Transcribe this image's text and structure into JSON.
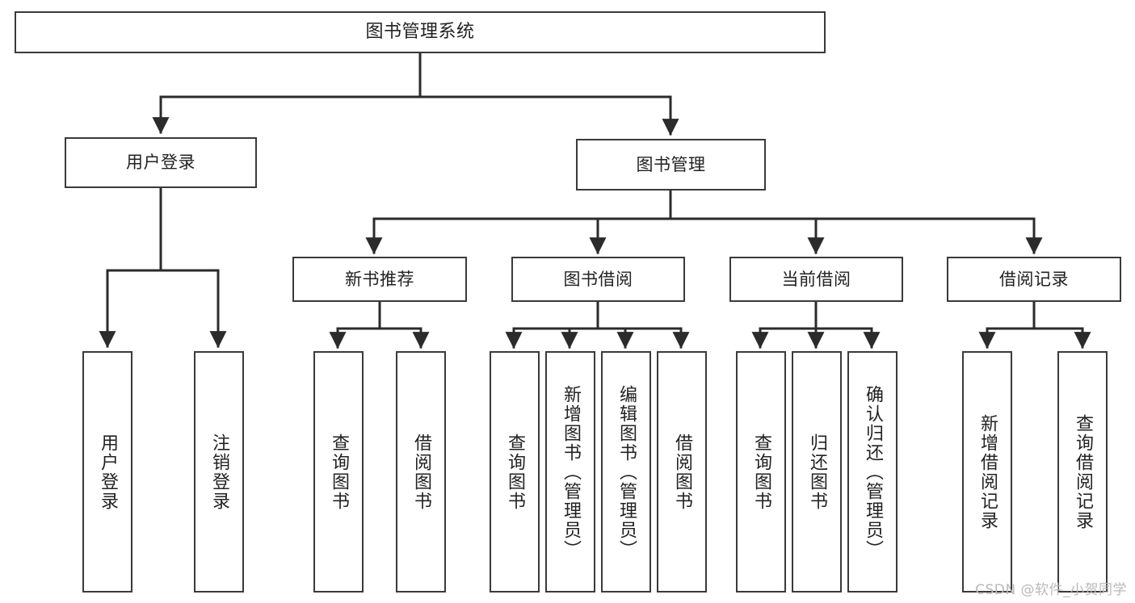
{
  "diagram": {
    "title": "图书管理系统",
    "type": "tree",
    "watermark": "CSDN @软件_小贺同学",
    "colors": {
      "background": "#ffffff",
      "box_border": "#3a3a3a",
      "box_fill": "#ffffff",
      "connector": "#2b2b2b",
      "text": "#222222",
      "watermark": "#b9b9b9"
    },
    "root": {
      "label": "图书管理系统"
    },
    "level2": [
      {
        "label": "用户登录"
      },
      {
        "label": "图书管理"
      }
    ],
    "level3": [
      {
        "label": "新书推荐"
      },
      {
        "label": "图书借阅"
      },
      {
        "label": "当前借阅"
      },
      {
        "label": "借阅记录"
      }
    ],
    "leaves": {
      "user_login": [
        {
          "label": "用户登录"
        },
        {
          "label": "注销登录"
        }
      ],
      "new_book": [
        {
          "label": "查询图书"
        },
        {
          "label": "借阅图书"
        }
      ],
      "book_borrow": [
        {
          "label": "查询图书"
        },
        {
          "label": "新增图书（管理员）"
        },
        {
          "label": "编辑图书（管理员）"
        },
        {
          "label": "借阅图书"
        }
      ],
      "current_borrow": [
        {
          "label": "查询图书"
        },
        {
          "label": "归还图书"
        },
        {
          "label": "确认归还（管理员）"
        }
      ],
      "borrow_record": [
        {
          "label": "新增借阅记录"
        },
        {
          "label": "查询借阅记录"
        }
      ]
    }
  }
}
